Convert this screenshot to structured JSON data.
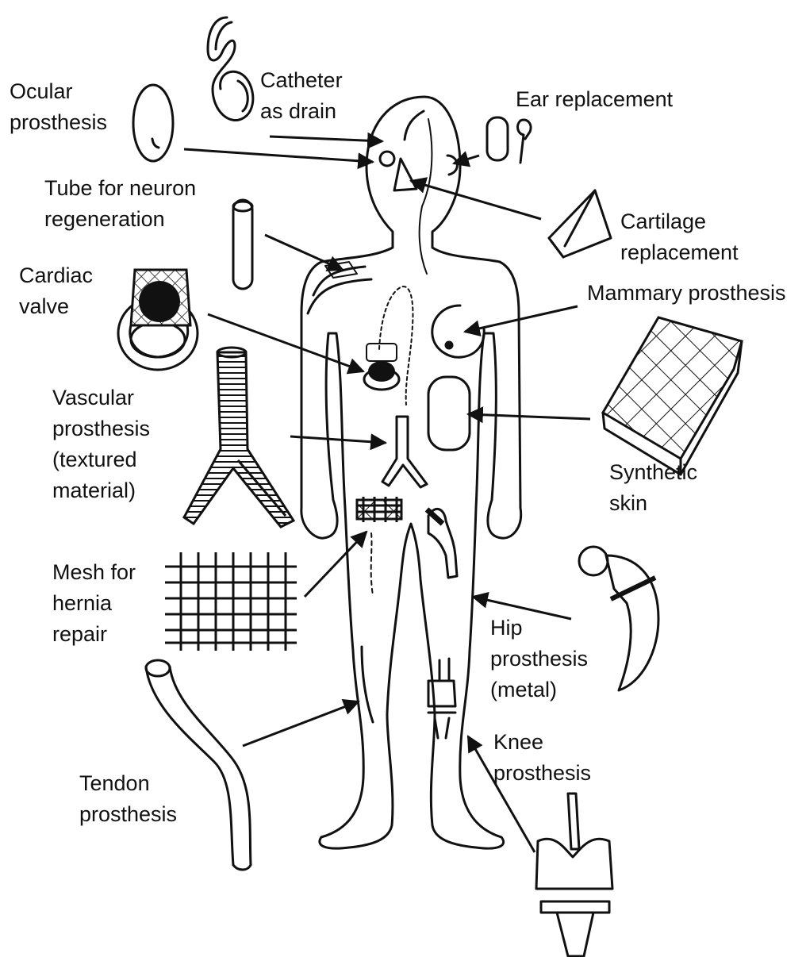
{
  "labels": {
    "ocular": [
      "Ocular",
      "prosthesis"
    ],
    "catheter": [
      "Catheter",
      "as drain"
    ],
    "ear": [
      "Ear replacement"
    ],
    "tube": [
      "Tube for neuron",
      "regeneration"
    ],
    "cartilage": [
      "Cartilage",
      "replacement"
    ],
    "cardiac": [
      "Cardiac",
      "valve"
    ],
    "mammary": [
      "Mammary prosthesis"
    ],
    "vascular": [
      "Vascular",
      "prosthesis",
      "(textured",
      "material)"
    ],
    "synthetic": [
      "Synthetic",
      "skin"
    ],
    "mesh": [
      "Mesh for",
      "hernia",
      "repair"
    ],
    "hip": [
      "Hip",
      "prosthesis",
      "(metal)"
    ],
    "knee": [
      "Knee",
      "prosthesis"
    ],
    "tendon": [
      "Tendon",
      "prosthesis"
    ]
  }
}
